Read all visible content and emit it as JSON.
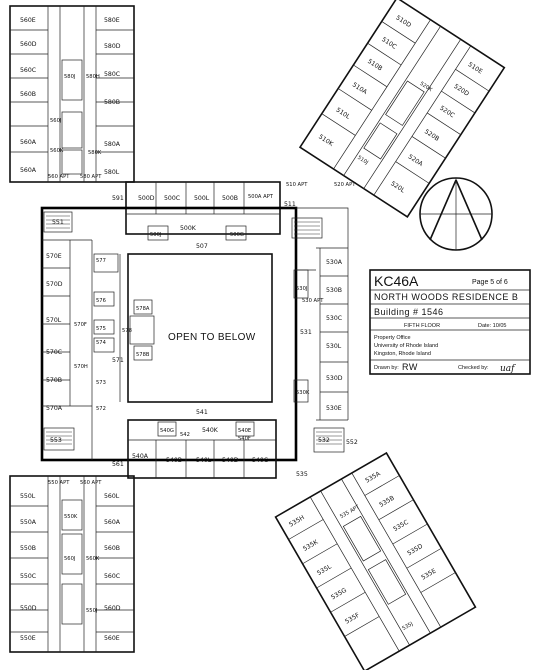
{
  "title_block": {
    "code": "KC46A",
    "page": "Page 5 of 6",
    "building_name": "NORTH WOODS RESIDENCE B",
    "building_number": "Building # 1546",
    "floor": "FIFTH FLOOR",
    "date": "Date: 10/05",
    "office_1": "Property Office",
    "office_2": "University of Rhode Island",
    "office_3": "Kingston, Rhode Island",
    "drawn_by": "Drawn by:",
    "drawn_initials": "RW",
    "checked_by": "Checked by:",
    "checked_initials": "uaf"
  },
  "center_label": "OPEN TO BELOW",
  "wings": {
    "nw": [
      "560E",
      "560D",
      "560C",
      "560B",
      "560A",
      "580E",
      "580D",
      "580C",
      "580B",
      "580A",
      "580L",
      "580K",
      "560J",
      "560K",
      "580J",
      "580H"
    ],
    "nw_apt": [
      "560 APT",
      "580 APT"
    ],
    "ne": [
      "510D",
      "510E",
      "510C",
      "520D",
      "510B",
      "520C",
      "510A",
      "520B",
      "510L",
      "520A",
      "520L",
      "510K",
      "510J",
      "520K"
    ],
    "ne_apt": [
      "510 APT",
      "520 APT"
    ],
    "north": [
      "591",
      "500D",
      "500C",
      "500L",
      "500B",
      "500A APT",
      "500K",
      "500J",
      "500G",
      "511",
      "507"
    ],
    "west": [
      "551",
      "570E",
      "570D",
      "570L",
      "570C",
      "570B",
      "570A",
      "571",
      "572",
      "573",
      "574",
      "575",
      "576",
      "577",
      "578",
      "578A",
      "578B",
      "570F",
      "570H",
      "553",
      "561"
    ],
    "east": [
      "531",
      "530A",
      "530B",
      "530C",
      "530L",
      "530D",
      "530E",
      "530J",
      "530K",
      "530 APT",
      "532"
    ],
    "south": [
      "541",
      "540E",
      "540F",
      "540K",
      "540L",
      "540D",
      "540C",
      "540B",
      "540A",
      "540G",
      "542",
      "535"
    ],
    "sw": [
      "550L",
      "550A",
      "550B",
      "550C",
      "550D",
      "550E",
      "560L",
      "560A",
      "560B",
      "560C",
      "560D",
      "560E",
      "560J",
      "560K",
      "550K",
      "550J",
      "550 APT",
      "560 APT"
    ],
    "se": [
      "535A",
      "535B",
      "535C",
      "535D",
      "535E",
      "535F",
      "535G",
      "535H",
      "535K",
      "535L",
      "535J",
      "535 APT",
      "552"
    ]
  }
}
